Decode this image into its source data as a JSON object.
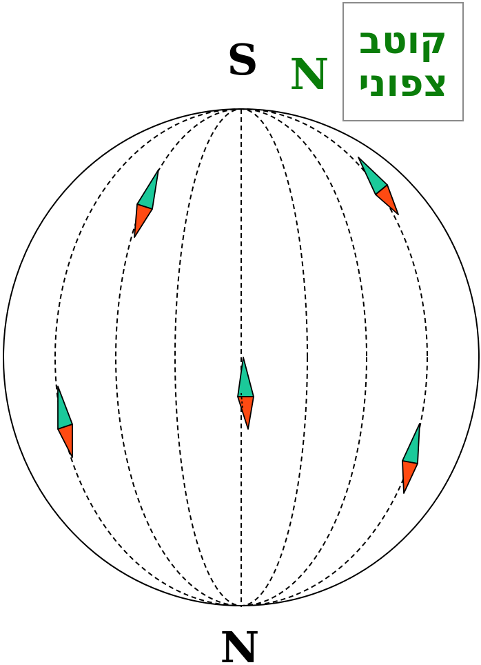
{
  "labels": {
    "top_pole": "S",
    "bottom_pole": "N",
    "legend_letter": "N"
  },
  "legend": {
    "line1": "קוטב",
    "line2": "צפוני"
  },
  "colors": {
    "legend_text": "#0a7d0a",
    "needle_north": "#1bc99a",
    "needle_south": "#ff4a12",
    "outline": "#000000",
    "legend_border": "#8a8a8a"
  },
  "compasses": [
    {
      "name": "compass-upper-left"
    },
    {
      "name": "compass-upper-right"
    },
    {
      "name": "compass-center"
    },
    {
      "name": "compass-left"
    },
    {
      "name": "compass-right"
    }
  ]
}
